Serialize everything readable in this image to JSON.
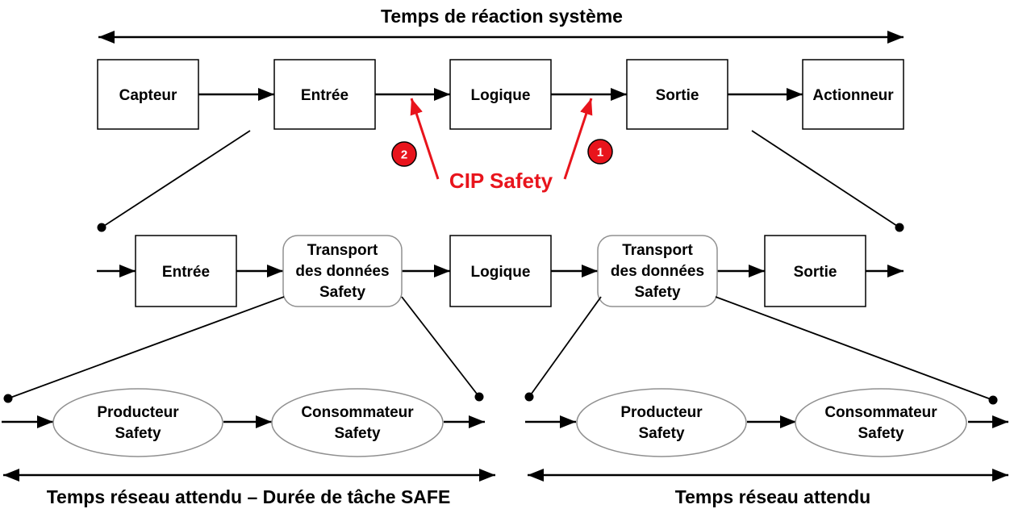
{
  "top": {
    "title": "Temps de réaction système",
    "boxes": [
      "Capteur",
      "Entrée",
      "Logique",
      "Sortie",
      "Actionneur"
    ]
  },
  "cip": {
    "label": "CIP Safety",
    "marker_left": "2",
    "marker_right": "1",
    "color": "#e8141c"
  },
  "middle": {
    "entree": "Entrée",
    "transport1": [
      "Transport",
      "des données",
      "Safety"
    ],
    "logique": "Logique",
    "transport2": [
      "Transport",
      "des données",
      "Safety"
    ],
    "sortie": "Sortie"
  },
  "bottom_left": {
    "producer": [
      "Producteur",
      "Safety"
    ],
    "consumer": [
      "Consommateur",
      "Safety"
    ],
    "caption": "Temps réseau attendu – Durée de tâche SAFE"
  },
  "bottom_right": {
    "producer": [
      "Producteur",
      "Safety"
    ],
    "consumer": [
      "Consommateur",
      "Safety"
    ],
    "caption": "Temps réseau attendu"
  }
}
